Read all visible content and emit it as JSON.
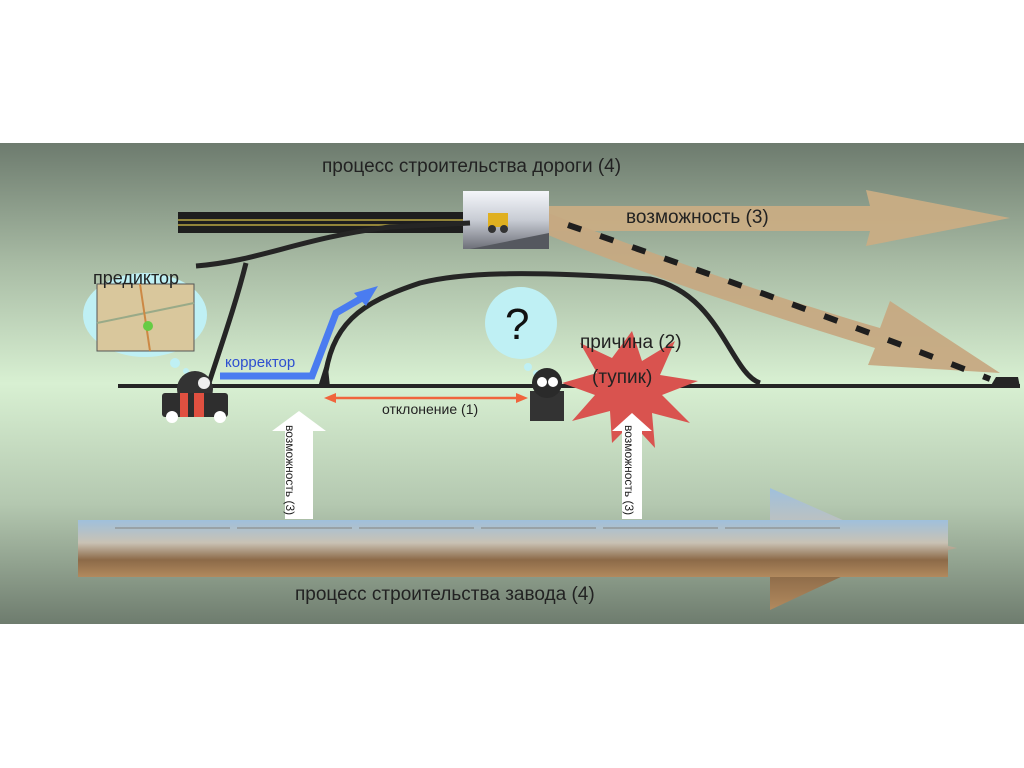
{
  "title_top": "процесс строительства дороги (4)",
  "title_bottom": "процесс строительства завода (4)",
  "labels": {
    "opportunity_top": "возможность (3)",
    "predictor": "предиктор",
    "corrector": "корректор",
    "deviation": "отклонение (1)",
    "cause_line1": "причина (2)",
    "cause_line2": "(тупик)",
    "question": "?",
    "opportunity_left": "возможность (3)",
    "opportunity_right": "возможность (3)"
  },
  "colors": {
    "road": "#2b2b2b",
    "corrector_arrow": "#4a7cf0",
    "deviation_arrow": "#f0643c",
    "explosion": "#d9534f",
    "opportunity_arrow": "#c9ad84"
  }
}
